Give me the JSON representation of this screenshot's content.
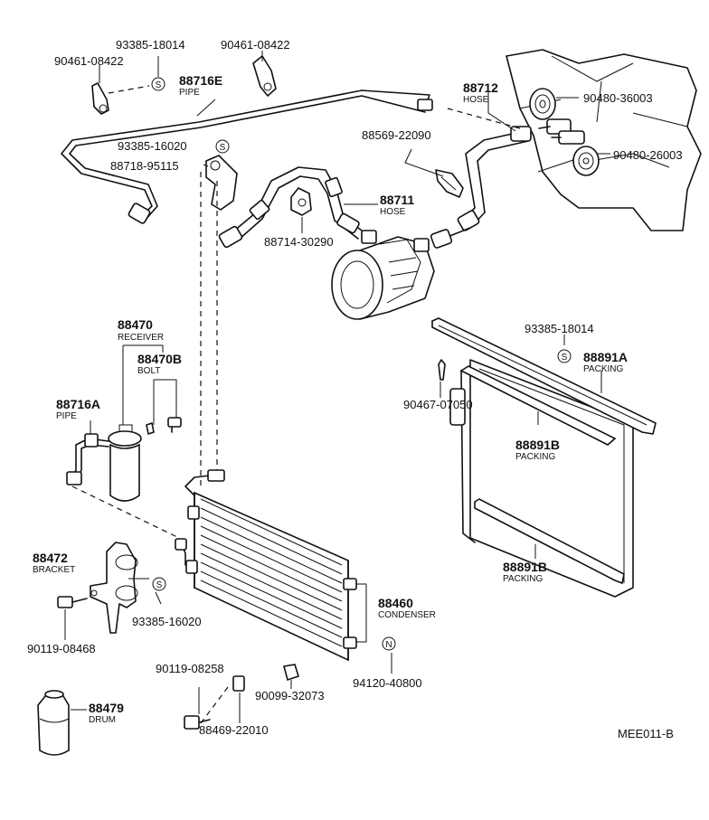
{
  "labels": {
    "p93385_18014_top": "93385-18014",
    "p90461_08422_left": "90461-08422",
    "p90461_08422_right": "90461-08422",
    "p88716E": "88716E",
    "pipe_top": "PIPE",
    "p88712": "88712",
    "hose_top": "HOSE",
    "p90480_36003": "90480-36003",
    "p90480_26003": "90480-26003",
    "p88569_22090": "88569-22090",
    "p93385_16020_top": "93385-16020",
    "p88718_95115": "88718-95115",
    "p88711": "88711",
    "hose_mid": "HOSE",
    "p88714_30290": "88714-30290",
    "p88470": "88470",
    "receiver": "RECEIVER",
    "p88470B": "88470B",
    "bolt": "BOLT",
    "p88716A": "88716A",
    "pipe_left": "PIPE",
    "p93385_18014_right": "93385-18014",
    "p88891A": "88891A",
    "packing_a": "PACKING",
    "p90467_07050": "90467-07050",
    "p88891B_top": "88891B",
    "packing_b1": "PACKING",
    "p88891B_bot": "88891B",
    "packing_b2": "PACKING",
    "p88472": "88472",
    "bracket": "BRACKET",
    "p93385_16020_bot": "93385-16020",
    "p90119_08468": "90119-08468",
    "p88460": "88460",
    "condenser": "CONDENSER",
    "p94120_40800": "94120-40800",
    "p90119_08258": "90119-08258",
    "p90099_32073": "90099-32073",
    "p88469_22010": "88469-22010",
    "p88479": "88479",
    "drum": "DRUM",
    "figure_code": "MEE011-B"
  },
  "markers": {
    "s": "S",
    "n": "N"
  }
}
